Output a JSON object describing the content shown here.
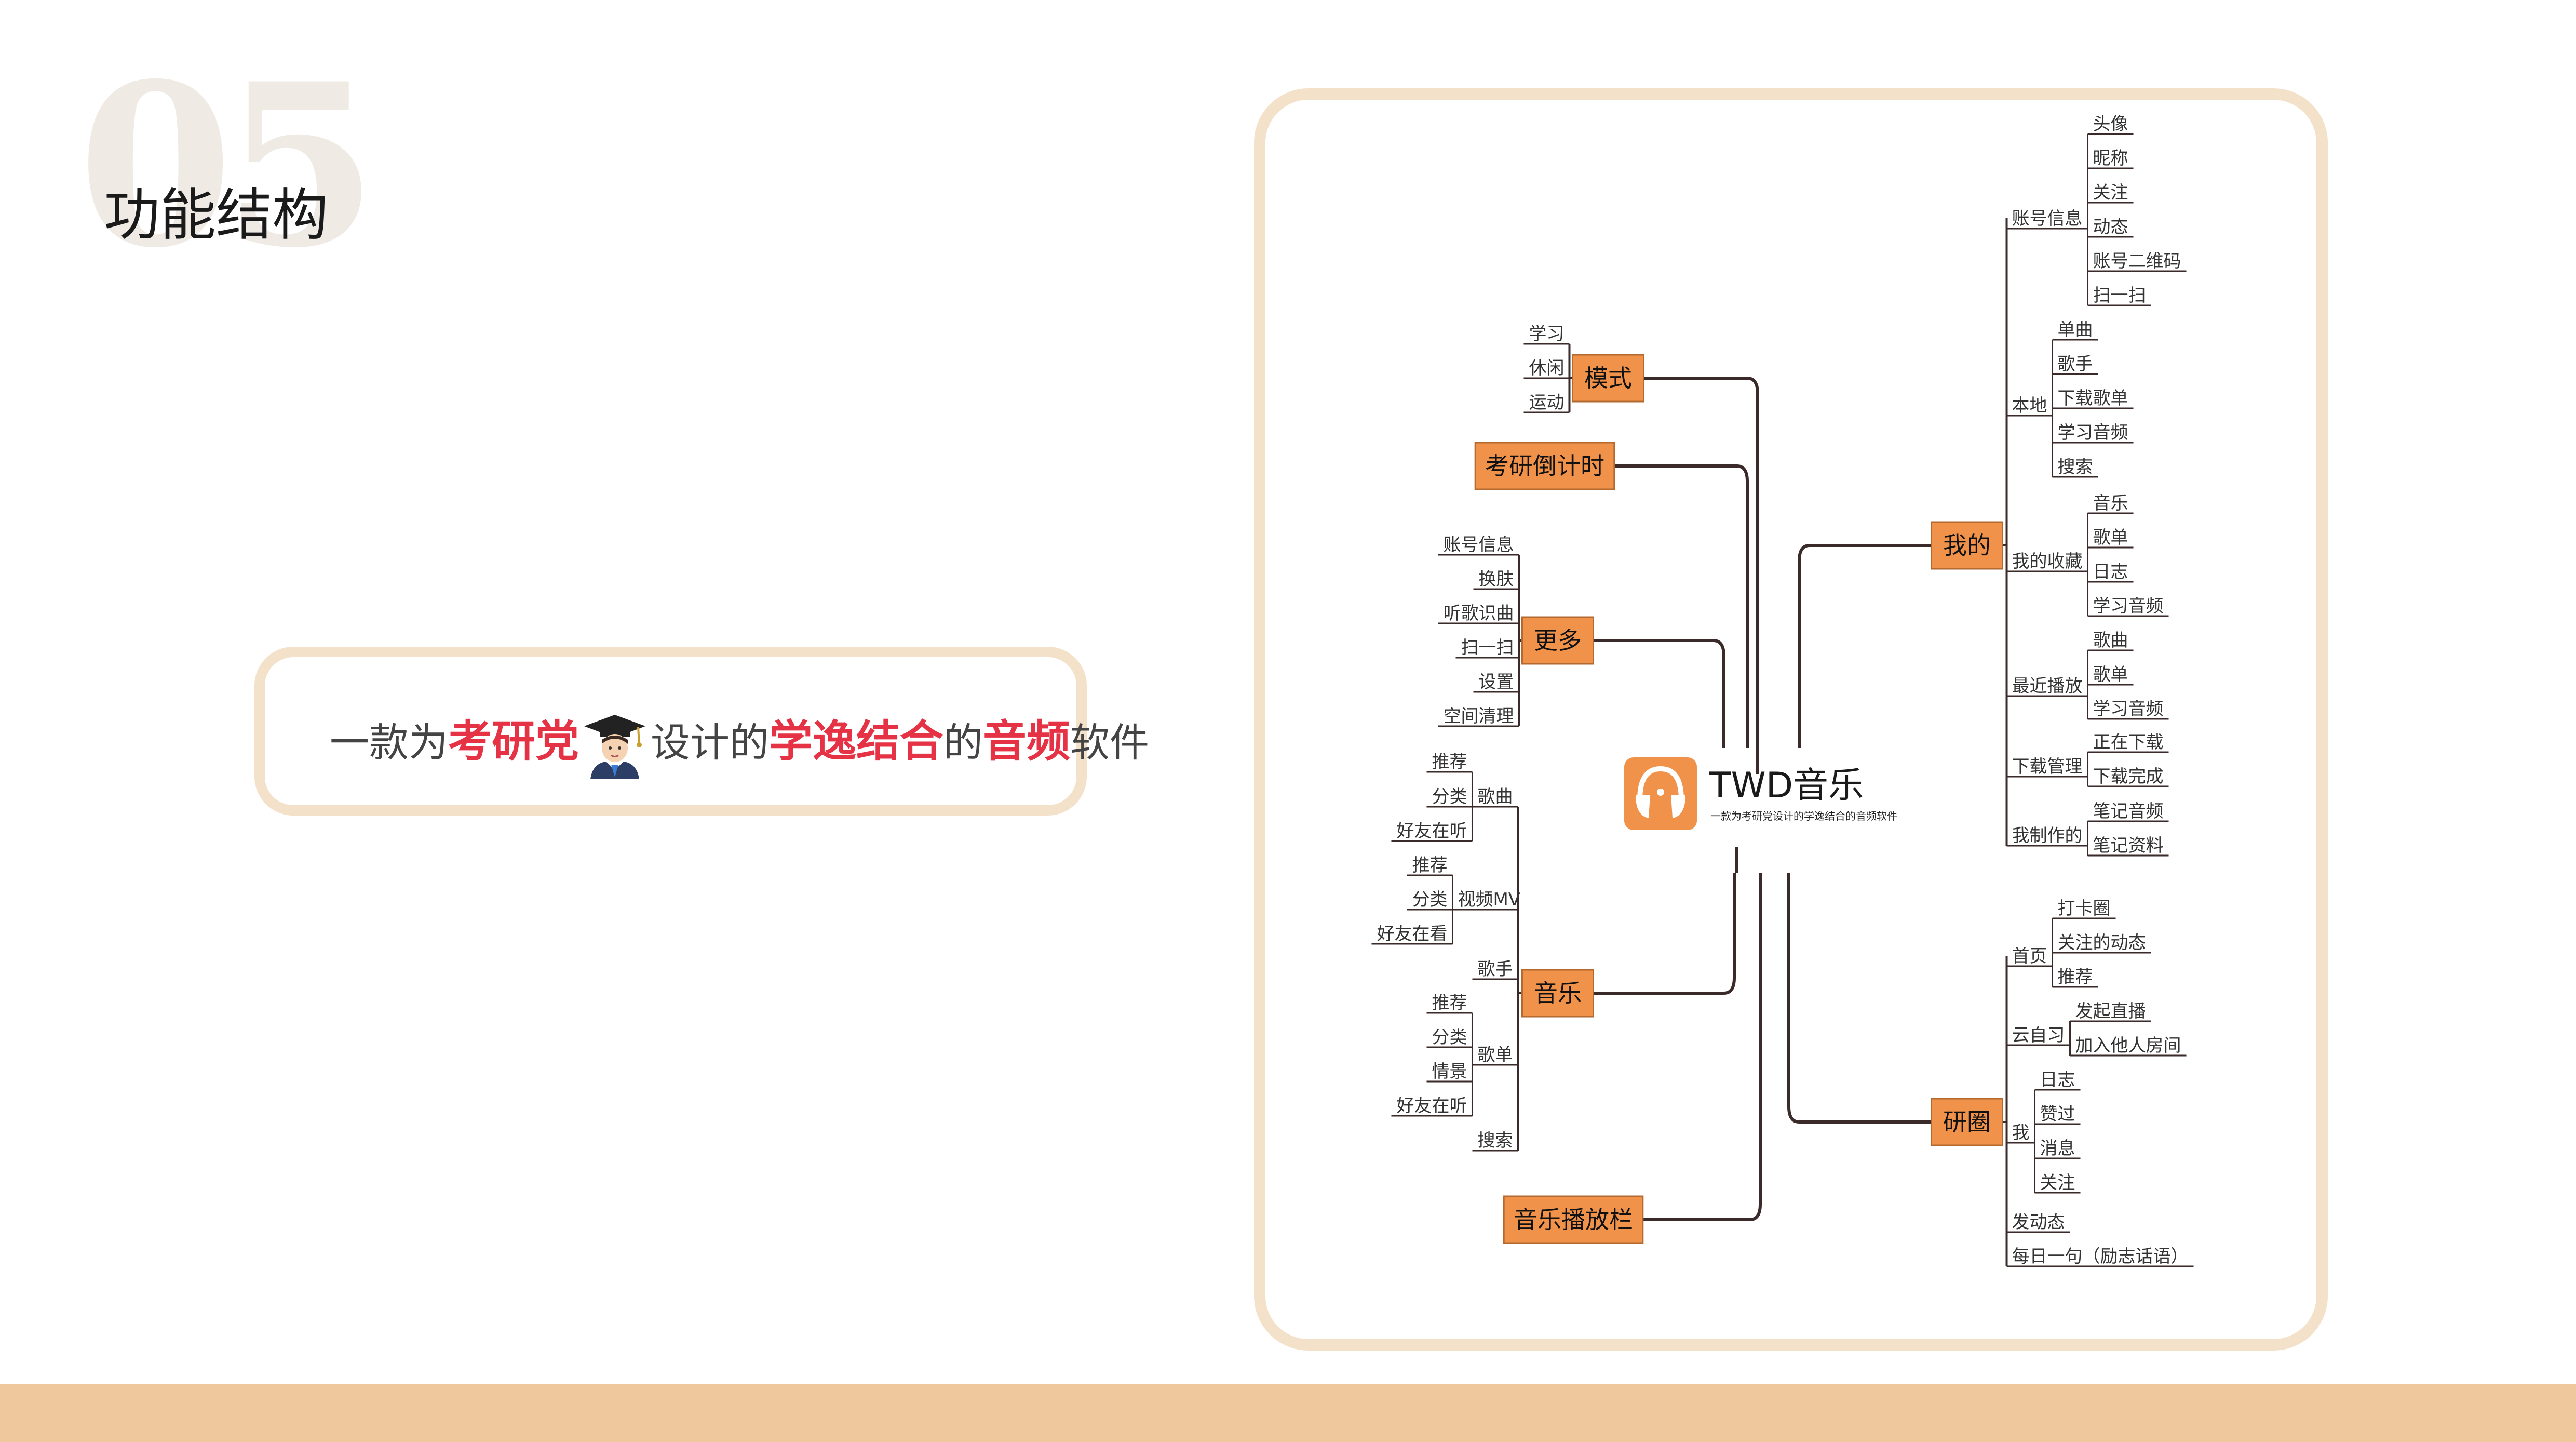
{
  "section": {
    "number": "05",
    "title": "功能结构"
  },
  "slogan": {
    "parts": [
      {
        "text": "一款为",
        "hl": false
      },
      {
        "text": "考研党",
        "hl": true
      },
      {
        "text": "CAP",
        "hl": false
      },
      {
        "text": "设计的",
        "hl": false
      },
      {
        "text": "学逸结合",
        "hl": true
      },
      {
        "text": "的",
        "hl": false
      },
      {
        "text": "音频",
        "hl": true
      },
      {
        "text": "软件",
        "hl": false
      }
    ],
    "graduate_icon": "graduate-cap-icon"
  },
  "colors": {
    "accent_orange": "#f0924a",
    "highlight_red": "#e53245",
    "frame_beige": "#f4e1ca",
    "bottom_bar": "#efc89e",
    "line_dark": "#3a2a2a"
  },
  "center": {
    "title": "TWD音乐",
    "subtitle": "一款为考研党设计的学逸结合的音频软件",
    "logo_icon": "twd-headphones-logo-icon"
  },
  "mindmap": {
    "left": [
      {
        "label": "模式",
        "children": [
          {
            "label": "学习"
          },
          {
            "label": "休闲"
          },
          {
            "label": "运动"
          }
        ]
      },
      {
        "label": "考研倒计时",
        "children": []
      },
      {
        "label": "更多",
        "children": [
          {
            "label": "账号信息"
          },
          {
            "label": "换肤"
          },
          {
            "label": "听歌识曲"
          },
          {
            "label": "扫一扫"
          },
          {
            "label": "设置"
          },
          {
            "label": "空间清理"
          }
        ]
      },
      {
        "label": "音乐",
        "children": [
          {
            "label": "歌曲",
            "children": [
              {
                "label": "推荐"
              },
              {
                "label": "分类"
              },
              {
                "label": "好友在听"
              }
            ]
          },
          {
            "label": "视频MV",
            "children": [
              {
                "label": "推荐"
              },
              {
                "label": "分类"
              },
              {
                "label": "好友在看"
              }
            ]
          },
          {
            "label": "歌手",
            "children": []
          },
          {
            "label": "歌单",
            "children": [
              {
                "label": "推荐"
              },
              {
                "label": "分类"
              },
              {
                "label": "情景"
              },
              {
                "label": "好友在听"
              }
            ]
          },
          {
            "label": "搜索",
            "children": []
          }
        ]
      },
      {
        "label": "音乐播放栏",
        "children": []
      }
    ],
    "right": [
      {
        "label": "我的",
        "children": [
          {
            "label": "账号信息",
            "children": [
              {
                "label": "头像"
              },
              {
                "label": "昵称"
              },
              {
                "label": "关注"
              },
              {
                "label": "动态"
              },
              {
                "label": "账号二维码"
              },
              {
                "label": "扫一扫"
              }
            ]
          },
          {
            "label": "本地",
            "children": [
              {
                "label": "单曲"
              },
              {
                "label": "歌手"
              },
              {
                "label": "下载歌单"
              },
              {
                "label": "学习音频"
              },
              {
                "label": "搜索"
              }
            ]
          },
          {
            "label": "我的收藏",
            "children": [
              {
                "label": "音乐"
              },
              {
                "label": "歌单"
              },
              {
                "label": "日志"
              },
              {
                "label": "学习音频"
              }
            ]
          },
          {
            "label": "最近播放",
            "children": [
              {
                "label": "歌曲"
              },
              {
                "label": "歌单"
              },
              {
                "label": "学习音频"
              }
            ]
          },
          {
            "label": "下载管理",
            "children": [
              {
                "label": "正在下载"
              },
              {
                "label": "下载完成"
              }
            ]
          },
          {
            "label": "我制作的",
            "children": [
              {
                "label": "笔记音频"
              },
              {
                "label": "笔记资料"
              }
            ]
          }
        ]
      },
      {
        "label": "研圈",
        "children": [
          {
            "label": "首页",
            "children": [
              {
                "label": "打卡圈"
              },
              {
                "label": "关注的动态"
              },
              {
                "label": "推荐"
              }
            ]
          },
          {
            "label": "云自习",
            "children": [
              {
                "label": "发起直播"
              },
              {
                "label": "加入他人房间"
              }
            ]
          },
          {
            "label": "我",
            "children": [
              {
                "label": "日志"
              },
              {
                "label": "赞过"
              },
              {
                "label": "消息"
              },
              {
                "label": "关注"
              }
            ]
          },
          {
            "label": "发动态",
            "children": []
          },
          {
            "label": "每日一句（励志话语）",
            "children": []
          }
        ]
      }
    ]
  }
}
